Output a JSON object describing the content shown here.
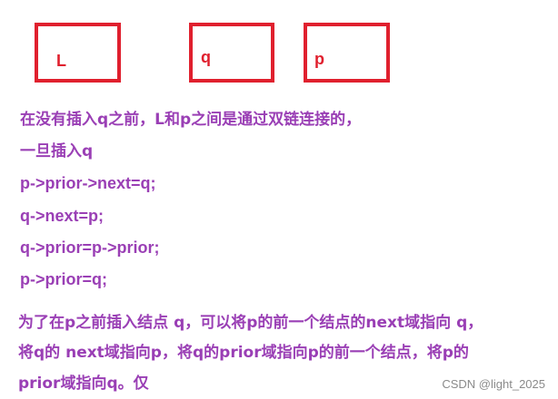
{
  "colors": {
    "node_border": "#e0202e",
    "node_text": "#e0202e",
    "text": "#9a3fb5",
    "watermark": "#8a8a8a"
  },
  "nodes": [
    "L",
    "q",
    "p"
  ],
  "lines": [
    "在没有插入q之前，L和p之间是通过双链连接的，",
    "一旦插入q",
    "p->prior->next=q;",
    "q->next=p;",
    "q->prior=p->prior;",
    "p->prior=q;"
  ],
  "paragraph": [
    "为了在p之前插入结点 q，可以将p的前一个结点的next域指向 q，",
    "将q的 next域指向p，将q的prior域指向p的前一个结点，将p的",
    "prior域指向q。仅"
  ],
  "watermark": "CSDN @light_2025"
}
